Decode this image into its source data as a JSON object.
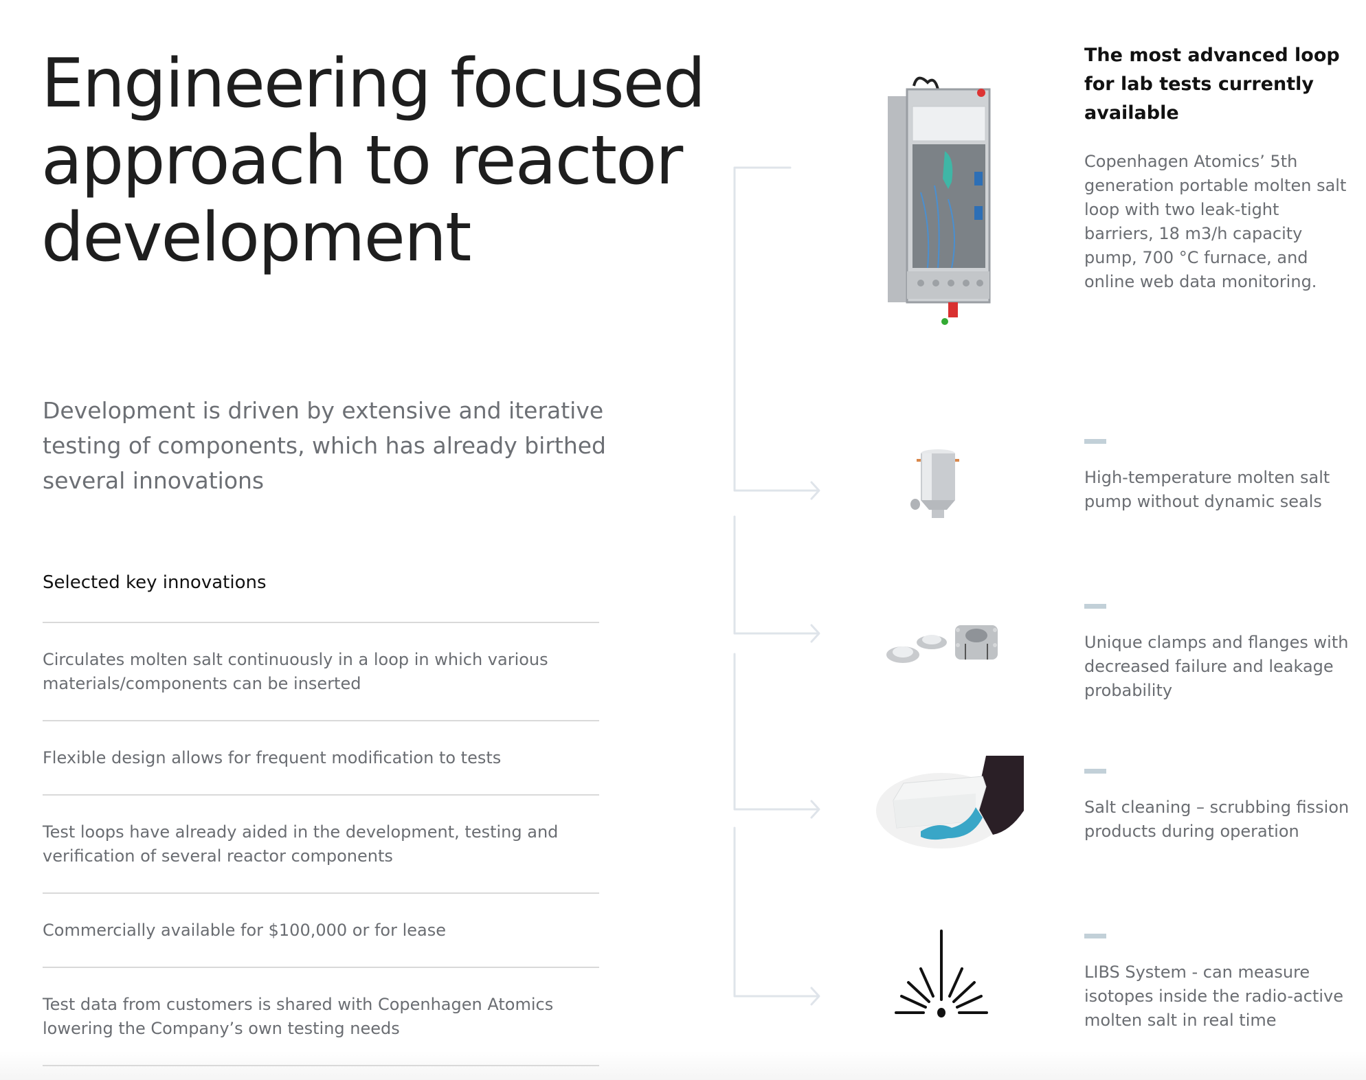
{
  "hero": {
    "headline": "Engineering focused approach to reactor development",
    "lead": "Development is driven by extensive and iterative testing of components, which has already birthed several innovations"
  },
  "innovations": {
    "title": "Selected key innovations",
    "items": [
      "Circulates molten salt continuously in a loop in which various materials/components can be inserted",
      "Flexible design allows for frequent modification to tests",
      "Test loops have already aided in the development, testing and verification of several reactor components",
      "Commercially available for $100,000 or for lease",
      "Test data from customers is shared with Copenhagen Atomics lowering the Company’s own testing needs"
    ]
  },
  "features": {
    "main": {
      "title": "The most advanced loop for lab tests currently available",
      "description": "Copenhagen Atomics’ 5th generation portable molten salt loop with two leak-tight barriers, 18 m3/h capacity pump, 700 °C furnace, and online web data monitoring.",
      "image": "salt-loop-cabinet-image"
    },
    "items": [
      {
        "text": "High-temperature molten salt pump without dynamic seals",
        "image": "pump-image"
      },
      {
        "text": "Unique clamps and flanges with decreased failure and leakage probability",
        "image": "clamps-flanges-image"
      },
      {
        "text": "Salt cleaning – scrubbing fission products during operation",
        "image": "salt-block-hand-image"
      },
      {
        "text": "LIBS System - can measure isotopes inside the radio-active molten salt in real time",
        "image": "laser-spark-icon"
      }
    ]
  },
  "colors": {
    "connector": "#dfe4ea",
    "dash": "#c2d0d8",
    "body_text": "#6a6d72",
    "heading_text": "#1e1e1e"
  }
}
